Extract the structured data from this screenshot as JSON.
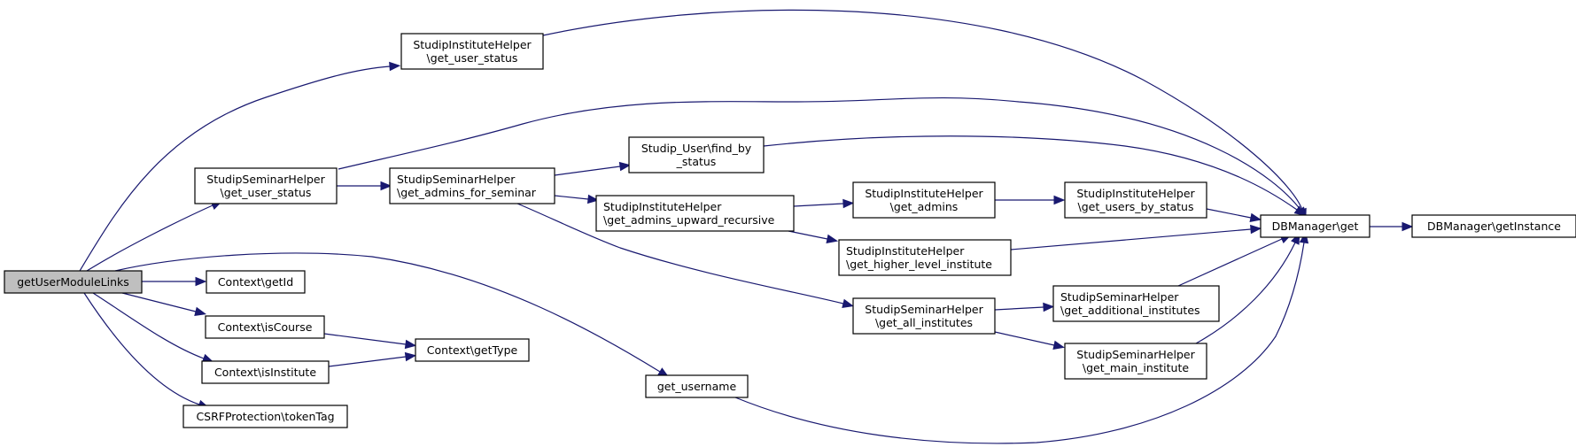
{
  "diagram": {
    "type": "call-graph",
    "edge_color": "#191970",
    "root_fill": "#bfbfbf",
    "nodes": [
      {
        "id": "root",
        "lines": [
          "getUserModuleLinks"
        ],
        "root": true
      },
      {
        "id": "ctx_getId",
        "lines": [
          "Context\\getId"
        ]
      },
      {
        "id": "ctx_isCourse",
        "lines": [
          "Context\\isCourse"
        ]
      },
      {
        "id": "ctx_isInstitute",
        "lines": [
          "Context\\isInstitute"
        ]
      },
      {
        "id": "csrf_tokenTag",
        "lines": [
          "CSRFProtection\\tokenTag"
        ]
      },
      {
        "id": "ctx_getType",
        "lines": [
          "Context\\getType"
        ]
      },
      {
        "id": "sih_get_user_status",
        "lines": [
          "StudipInstituteHelper",
          "\\get_user_status"
        ]
      },
      {
        "id": "ssh_get_user_status",
        "lines": [
          "StudipSeminarHelper",
          "\\get_user_status"
        ]
      },
      {
        "id": "ssh_get_admins_for_seminar",
        "lines": [
          "StudipSeminarHelper",
          "\\get_admins_for_seminar"
        ]
      },
      {
        "id": "su_find_by_status",
        "lines": [
          "Studip_User\\find_by",
          "_status"
        ]
      },
      {
        "id": "sih_get_admins_upward_recursive",
        "lines": [
          "StudipInstituteHelper",
          "\\get_admins_upward_recursive"
        ]
      },
      {
        "id": "sih_get_admins",
        "lines": [
          "StudipInstituteHelper",
          "\\get_admins"
        ]
      },
      {
        "id": "sih_get_users_by_status",
        "lines": [
          "StudipInstituteHelper",
          "\\get_users_by_status"
        ]
      },
      {
        "id": "sih_get_higher_level_institute",
        "lines": [
          "StudipInstituteHelper",
          "\\get_higher_level_institute"
        ]
      },
      {
        "id": "ssh_get_all_institutes",
        "lines": [
          "StudipSeminarHelper",
          "\\get_all_institutes"
        ]
      },
      {
        "id": "ssh_get_additional_institutes",
        "lines": [
          "StudipSeminarHelper",
          "\\get_additional_institutes"
        ]
      },
      {
        "id": "ssh_get_main_institute",
        "lines": [
          "StudipSeminarHelper",
          "\\get_main_institute"
        ]
      },
      {
        "id": "get_username",
        "lines": [
          "get_username"
        ]
      },
      {
        "id": "dbm_get",
        "lines": [
          "DBManager\\get"
        ]
      },
      {
        "id": "dbm_getInstance",
        "lines": [
          "DBManager\\getInstance"
        ]
      }
    ],
    "edges": [
      {
        "from": "root",
        "to": "sih_get_user_status"
      },
      {
        "from": "root",
        "to": "ssh_get_user_status"
      },
      {
        "from": "root",
        "to": "get_username"
      },
      {
        "from": "root",
        "to": "ctx_getId"
      },
      {
        "from": "root",
        "to": "ctx_isCourse"
      },
      {
        "from": "root",
        "to": "ctx_isInstitute"
      },
      {
        "from": "root",
        "to": "csrf_tokenTag"
      },
      {
        "from": "ctx_isCourse",
        "to": "ctx_getType"
      },
      {
        "from": "ctx_isInstitute",
        "to": "ctx_getType"
      },
      {
        "from": "sih_get_user_status",
        "to": "dbm_get"
      },
      {
        "from": "ssh_get_user_status",
        "to": "dbm_get"
      },
      {
        "from": "ssh_get_user_status",
        "to": "ssh_get_admins_for_seminar"
      },
      {
        "from": "ssh_get_admins_for_seminar",
        "to": "su_find_by_status"
      },
      {
        "from": "ssh_get_admins_for_seminar",
        "to": "sih_get_admins_upward_recursive"
      },
      {
        "from": "ssh_get_admins_for_seminar",
        "to": "ssh_get_all_institutes"
      },
      {
        "from": "su_find_by_status",
        "to": "dbm_get"
      },
      {
        "from": "sih_get_admins_upward_recursive",
        "to": "sih_get_admins"
      },
      {
        "from": "sih_get_admins_upward_recursive",
        "to": "sih_get_higher_level_institute"
      },
      {
        "from": "sih_get_admins",
        "to": "sih_get_users_by_status"
      },
      {
        "from": "sih_get_users_by_status",
        "to": "dbm_get"
      },
      {
        "from": "sih_get_higher_level_institute",
        "to": "dbm_get"
      },
      {
        "from": "ssh_get_all_institutes",
        "to": "ssh_get_additional_institutes"
      },
      {
        "from": "ssh_get_all_institutes",
        "to": "ssh_get_main_institute"
      },
      {
        "from": "ssh_get_additional_institutes",
        "to": "dbm_get"
      },
      {
        "from": "ssh_get_main_institute",
        "to": "dbm_get"
      },
      {
        "from": "get_username",
        "to": "dbm_get"
      },
      {
        "from": "dbm_get",
        "to": "dbm_getInstance"
      }
    ]
  }
}
